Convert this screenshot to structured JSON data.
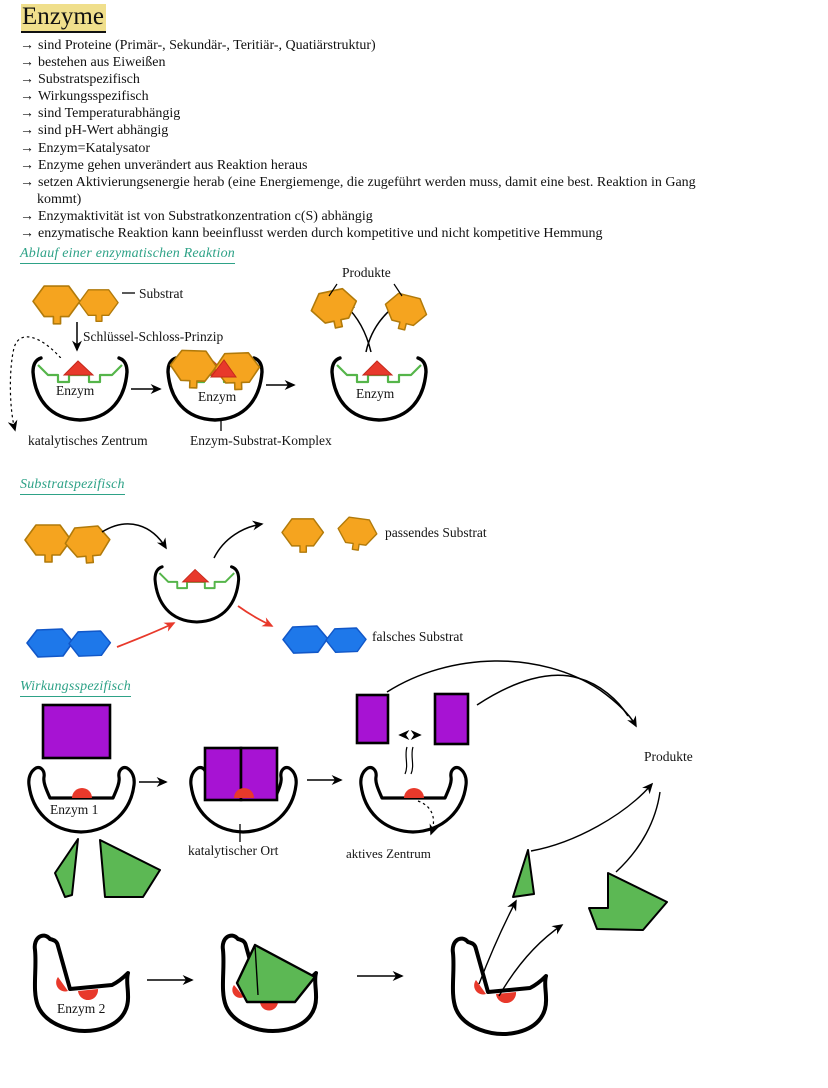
{
  "title": "Enzyme",
  "list": {
    "arrow": "→",
    "rows": [
      "sind Proteine (Primär-, Sekundär-, Teritiär-, Quatiärstruktur)",
      "bestehen aus Eiweißen",
      "Substratspezifisch",
      "Wirkungsspezifisch",
      "sind Temperaturabhängig",
      "sind pH-Wert abhängig",
      "Enzym=Katalysator",
      "Enzyme gehen unverändert aus Reaktion heraus",
      "setzen Aktivierungsenergie herab (eine Energiemenge, die zugeführt werden muss, damit eine best. Reaktion in Gang",
      "kommt)",
      "Enzymaktivität ist von Substratkonzentration c(S) abhängig",
      "enzymatische Reaktion kann beeinflusst werden durch kompetitive und nicht kompetitive Hemmung"
    ]
  },
  "sections": {
    "ablauf": {
      "heading": "Ablauf einer enzymatischen Reaktion",
      "labels": {
        "substrat": "Substrat",
        "schluessel": "Schlüssel-Schloss-Prinzip",
        "enzym": "Enzym",
        "katalytisches_zentrum": "katalytisches Zentrum",
        "enzym_substrat_komplex": "Enzym-Substrat-Komplex",
        "produkte": "Produkte"
      }
    },
    "substratspezifisch": {
      "heading": "Substratspezifisch",
      "labels": {
        "passendes": "passendes Substrat",
        "falsches": "falsches Substrat"
      }
    },
    "wirkungsspezifisch": {
      "heading": "Wirkungsspezifisch",
      "labels": {
        "enzym1": "Enzym 1",
        "katalytischer_ort": "katalytischer Ort",
        "aktives_zentrum": "aktives Zentrum",
        "produkte": "Produkte",
        "enzym2": "Enzym 2"
      }
    }
  },
  "colors": {
    "highlight_yellow": "#f0df8c",
    "heading_teal": "#2ea287",
    "substrate_orange": "#f5a41f",
    "substrate_orange_border": "#b17a0a",
    "enzyme_lining_green": "#55b54a",
    "active_site_red": "#e8392b",
    "inhibitor_blue": "#1e78ea",
    "inhibitor_blue_border": "#1157c8",
    "substrate_purple": "#a713d3",
    "substrate_green": "#5cb854",
    "outline_black": "#000000"
  }
}
